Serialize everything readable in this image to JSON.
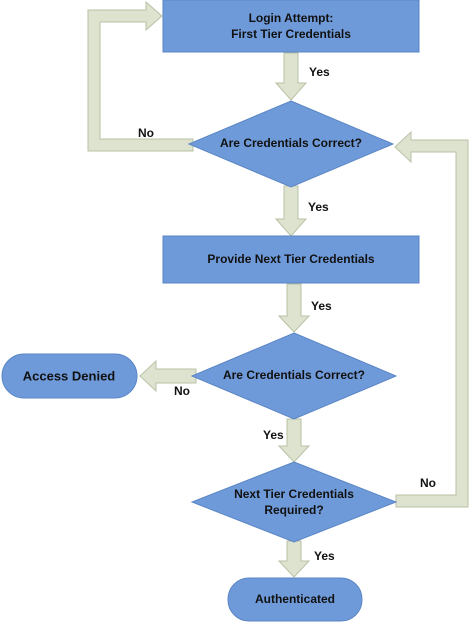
{
  "colors": {
    "box_fill": "#6f9ad9",
    "box_stroke": "#5b86c5",
    "arrow_fill": "#dde3cf",
    "arrow_stroke": "#b9c2a6",
    "text": "#111111"
  },
  "nodes": {
    "login_attempt": {
      "line1": "Login Attempt:",
      "line2": "First Tier Credentials"
    },
    "check_first": {
      "label": "Are Credentials Correct?"
    },
    "provide_next": {
      "label": "Provide Next Tier Credentials"
    },
    "check_next": {
      "label": "Are Credentials Correct?"
    },
    "access_denied": {
      "label": "Access Denied"
    },
    "next_required": {
      "line1": "Next Tier Credentials",
      "line2": "Required?"
    },
    "authenticated": {
      "label": "Authenticated"
    }
  },
  "edges": {
    "login_to_check_yes": "Yes",
    "check_first_no": "No",
    "check_first_yes": "Yes",
    "provide_to_check_yes": "Yes",
    "check_next_no": "No",
    "check_next_yes": "Yes",
    "next_required_no": "No",
    "next_required_yes": "Yes"
  }
}
